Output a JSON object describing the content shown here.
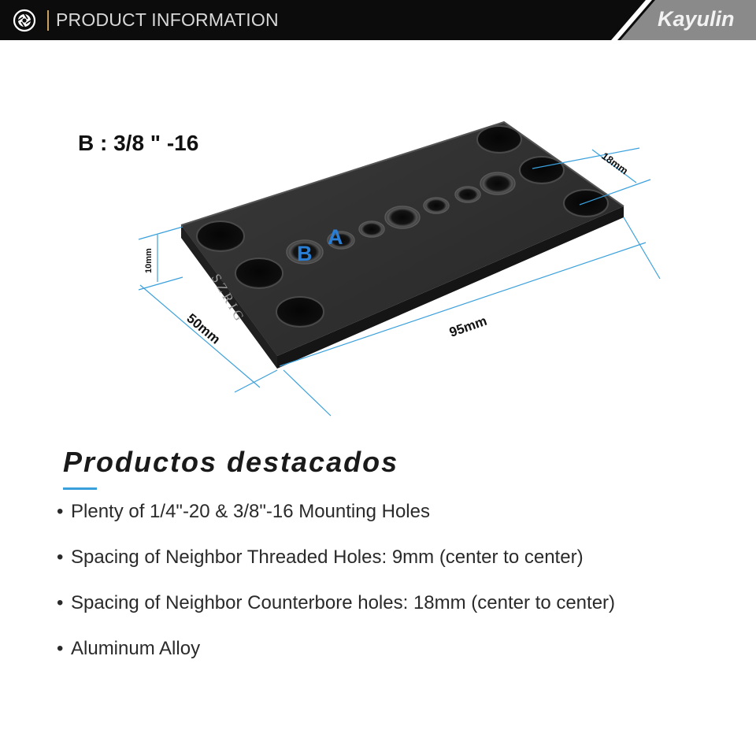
{
  "header": {
    "title": "PRODUCT INFORMATION",
    "brand": "Kayulin",
    "icon": "aperture-icon",
    "colors": {
      "bar": "#0c0c0c",
      "brand_block": "#8a8a8a",
      "divider": "#c8a064"
    }
  },
  "figure": {
    "thread_label": "B : 3/8 \" -16",
    "hole_labels": {
      "a": "A",
      "b": "B"
    },
    "plate_engraving": "SZRIG",
    "dimensions": {
      "height": "10mm",
      "width": "50mm",
      "length": "95mm",
      "spacing": "18mm"
    },
    "colors": {
      "plate": "#2b2b2b",
      "dimension_lines": "#3aa0dc",
      "hole_labels": "#2a7fd4"
    }
  },
  "section": {
    "title": "Productos destacados",
    "features": [
      "Plenty of 1/4\"-20 & 3/8\"-16 Mounting Holes",
      "Spacing of Neighbor Threaded Holes: 9mm (center to center)",
      "Spacing of Neighbor Counterbore holes: 18mm (center to center)",
      "Aluminum Alloy"
    ],
    "bullet": "•"
  }
}
